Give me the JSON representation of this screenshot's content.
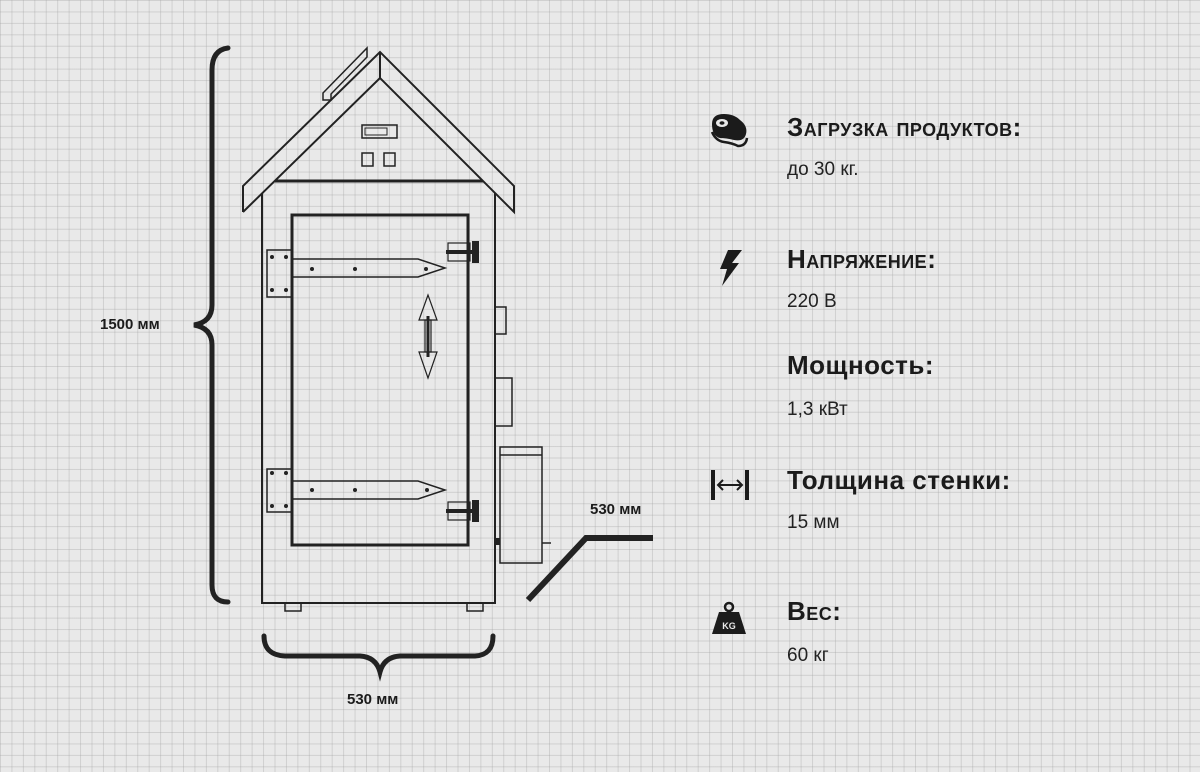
{
  "dimensions": {
    "height_label": "1500 мм",
    "width_label": "530 мм",
    "depth_label": "530 мм"
  },
  "specs": [
    {
      "icon": "meat-icon",
      "heading": "Загрузка продуктов:",
      "value": "до 30 кг."
    },
    {
      "icon": "lightning-icon",
      "heading": "Напряжение:",
      "value": "220 В"
    },
    {
      "icon": "",
      "heading": "Мощность:",
      "value": "1,3 кВт"
    },
    {
      "icon": "thickness-arrows-icon",
      "heading": "Толщина стенки:",
      "value": "15 мм"
    },
    {
      "icon": "weight-kg-icon",
      "heading": "Вес:",
      "value": "60 кг",
      "icon_text": "KG"
    }
  ]
}
